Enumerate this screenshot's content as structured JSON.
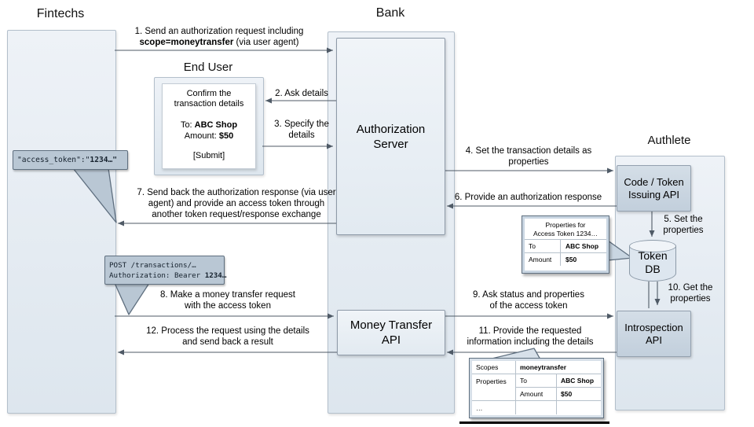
{
  "lanes": {
    "fintechs": "Fintechs",
    "bank": "Bank",
    "end_user": "End User",
    "authlete": "Authlete"
  },
  "nodes": {
    "auth_server_l1": "Authorization",
    "auth_server_l2": "Server",
    "mt_api_l1": "Money Transfer",
    "mt_api_l2": "API",
    "code_token_l1": "Code / Token",
    "code_token_l2": "Issuing API",
    "token_db_l1": "Token",
    "token_db_l2": "DB",
    "introspection_l1": "Introspection",
    "introspection_l2": "API"
  },
  "messages": {
    "m1": {
      "l1": "1. Send an authorization request including",
      "l2_bold": "scope=moneytransfer",
      "l2_rest": " (via user agent)"
    },
    "m2": "2. Ask details",
    "m3": {
      "l1": "3. Specify the",
      "l2": "details"
    },
    "m4": {
      "l1": "4. Set the transaction details as",
      "l2": "properties"
    },
    "m5": {
      "l1": "5. Set the",
      "l2": "properties"
    },
    "m6": "6. Provide an authorization response",
    "m7": {
      "l1": "7. Send back the authorization response (via user",
      "l2": "agent) and provide an access token through",
      "l3": "another token request/response exchange"
    },
    "m8": {
      "l1": "8. Make a money transfer request",
      "l2": "with the access token"
    },
    "m9": {
      "l1": "9. Ask status and properties",
      "l2": "of the access token"
    },
    "m10": {
      "l1": "10. Get the",
      "l2": "properties"
    },
    "m11": {
      "l1": "11. Provide the requested",
      "l2": "information including the details"
    },
    "m12": {
      "l1": "12. Process the request using the details",
      "l2": "and send back a result"
    }
  },
  "dialog": {
    "title_l1": "Confirm the",
    "title_l2": "transaction details",
    "to_label": "To: ",
    "to_value": "ABC Shop",
    "amount_label": "Amount: ",
    "amount_value": "$50",
    "submit": "[Submit]"
  },
  "bubbles": {
    "access_token": {
      "pre": "\"access_token\":\"",
      "bold": "1234…\""
    },
    "post": {
      "l1": "POST /transactions/…",
      "l2_pre": "Authorization: Bearer ",
      "l2_bold": "1234…"
    }
  },
  "properties_callout": {
    "title_l1": "Properties for",
    "title_l2": "Access Token 1234…",
    "rows": [
      {
        "k": "To",
        "v": "ABC Shop"
      },
      {
        "k": "Amount",
        "v": "$50"
      }
    ]
  },
  "result_table": {
    "scopes_label": "Scopes",
    "scopes_value": "moneytransfer",
    "properties_label": "Properties",
    "rows": [
      {
        "k": "To",
        "v": "ABC Shop"
      },
      {
        "k": "Amount",
        "v": "$50"
      }
    ],
    "ellipsis": "…"
  },
  "colors": {
    "lane_fill": "#e6edf3",
    "node_fill_light": "#e9eff5",
    "node_fill_dark": "#c9d6e2",
    "bubble_fill": "#b9c7d4",
    "callout_border": "#5f6f7f",
    "arrow": "#4f5a66"
  }
}
